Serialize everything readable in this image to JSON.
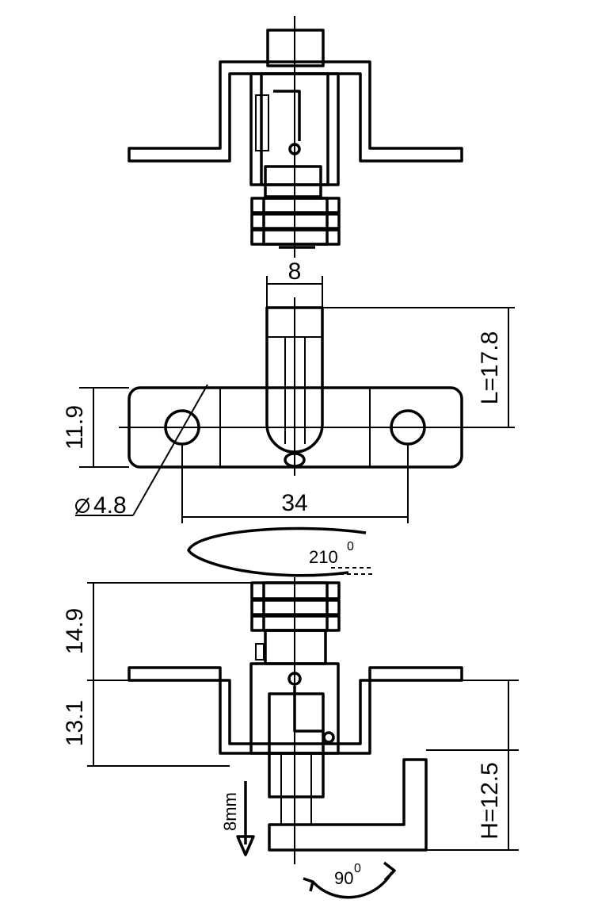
{
  "dimensions": {
    "pin_width": "8",
    "length": "L=17.8",
    "height_plate": "11.9",
    "hole_diameter": "4.8",
    "hole_spacing": "34",
    "top_height": "14.9",
    "mid_height": "13.1",
    "drop_height": "H=12.5"
  },
  "annotations": {
    "rotation_top": "210",
    "rotation_bottom": "90",
    "degree_mark": "0",
    "travel": "8mm"
  },
  "colors": {
    "line": "#000000",
    "background": "#ffffff"
  }
}
